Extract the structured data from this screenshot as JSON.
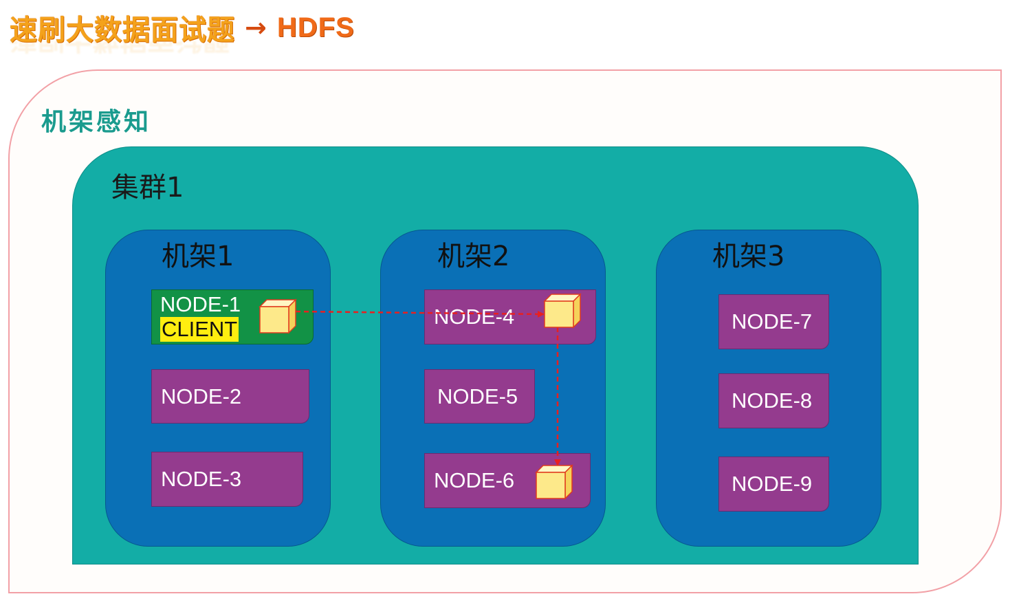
{
  "header": {
    "title_cn": "速刷大数据面试题",
    "arrow": "→",
    "title_en": "HDFS"
  },
  "section": {
    "label": "机架感知"
  },
  "cluster": {
    "label": "集群1",
    "racks": [
      {
        "label": "机架1",
        "nodes": [
          {
            "label": "NODE-1",
            "tag": "CLIENT",
            "has_block": true
          },
          {
            "label": "NODE-2",
            "has_block": false
          },
          {
            "label": "NODE-3",
            "has_block": false
          }
        ]
      },
      {
        "label": "机架2",
        "nodes": [
          {
            "label": "NODE-4",
            "has_block": true
          },
          {
            "label": "NODE-5",
            "has_block": false
          },
          {
            "label": "NODE-6",
            "has_block": true
          }
        ]
      },
      {
        "label": "机架3",
        "nodes": [
          {
            "label": "NODE-7",
            "has_block": false
          },
          {
            "label": "NODE-8",
            "has_block": false
          },
          {
            "label": "NODE-9",
            "has_block": false
          }
        ]
      }
    ]
  },
  "connections": [
    {
      "from": "NODE-1",
      "to": "NODE-4",
      "style": "dashed",
      "color": "#e82020"
    },
    {
      "from": "NODE-4",
      "to": "NODE-6",
      "style": "dashed",
      "color": "#e82020"
    }
  ],
  "colors": {
    "title_orange": "#f4a21b",
    "frame_border": "#f2a0a6",
    "section_label": "#1a9b8e",
    "cluster_teal": "#13ada6",
    "rack_blue": "#0a70b6",
    "node_purple": "#943b8e",
    "client_green": "#129246",
    "client_tag_yellow": "#ffee10",
    "block_face": "#fde98a",
    "block_border": "#e03a1e",
    "arrow_red": "#e82020"
  }
}
